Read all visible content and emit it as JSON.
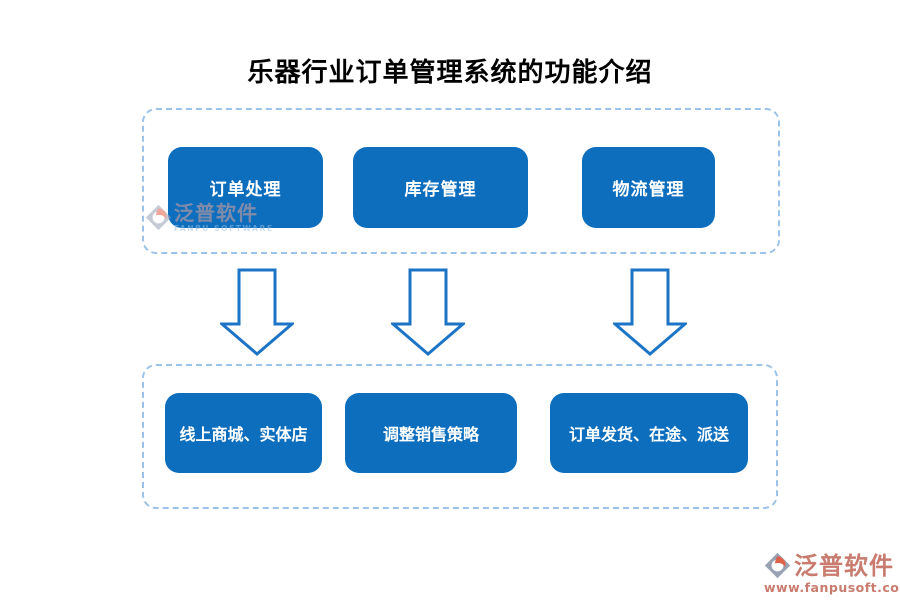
{
  "title": "乐器行业订单管理系统的功能介绍",
  "colors": {
    "box_blue": "#0d6ebe",
    "arrow_blue": "#1b74c6",
    "dash_border": "#9cc2ea",
    "box_text": "#ffffff",
    "brand_red": "#c87b6e",
    "brand_gray": "#98a2b3",
    "watermark_pink": "#dfa49b",
    "watermark_blue": "#9fc3e4"
  },
  "top_group": {
    "items": [
      {
        "label": "订单处理"
      },
      {
        "label": "库存管理"
      },
      {
        "label": "物流管理"
      }
    ]
  },
  "bottom_group": {
    "items": [
      {
        "label": "线上商城、实体店"
      },
      {
        "label": "调整销售策略"
      },
      {
        "label": "订单发货、在途、派送"
      }
    ]
  },
  "watermark": {
    "brand": "泛普软件",
    "subtitle": "FANPU SOFTWARE"
  },
  "footer_logo": {
    "brand": "泛普软件",
    "url": "www.fanpusoft.com"
  }
}
